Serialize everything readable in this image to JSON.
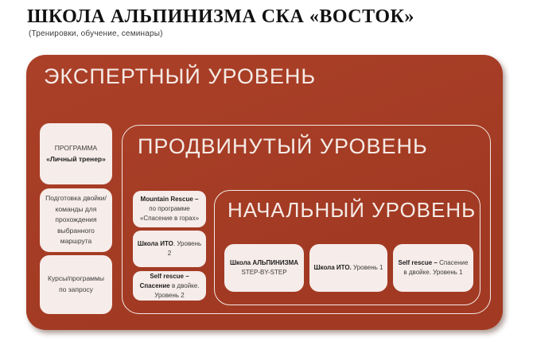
{
  "header": {
    "title": "ШКОЛА АЛЬПИНИЗМА СКА «ВОСТОК»",
    "subtitle": "(Тренировки, обучение, семинары)"
  },
  "colors": {
    "brick": "#a23a23",
    "brick2": "#ab4028",
    "card_bg": "#f6ece9",
    "outline": "#f3e8e3",
    "header_text": "#f5ebe6",
    "card_text": "#3c3c3c"
  },
  "levels": {
    "expert": {
      "label": "ЭКСПЕРТНЫЙ УРОВЕНЬ"
    },
    "advanced": {
      "label": "ПРОДВИНУТЫЙ УРОВЕНЬ"
    },
    "beginner": {
      "label": "НАЧАЛЬНЫЙ УРОВЕНЬ"
    }
  },
  "expert_cards": {
    "personal_trainer": {
      "line1": "ПРОГРАММА",
      "line2": "«Личный тренер»"
    },
    "team_prep": {
      "text": "Подготовка двойки/команды для прохождения выбранного маршрута"
    },
    "custom_courses": {
      "text": "Курсы/программы по запросу"
    }
  },
  "advanced_cards": {
    "mountain_rescue": {
      "bold": "Mountain Rescue –",
      "rest": " по программе «Спасение в горах»"
    },
    "ito_school_2": {
      "bold": "Школа ИТО",
      "rest": ". Уровень 2"
    },
    "self_rescue_2": {
      "bold": "Self rescue – Спасение",
      "rest": " в двойке. Уровень 2"
    }
  },
  "beginner_cards": {
    "alpinism_school": {
      "bold": "Школа АЛЬПИНИЗМА",
      "rest": "STEP-BY-STEP"
    },
    "ito_school_1": {
      "bold": "Школа ИТО.",
      "rest": " Уровень 1"
    },
    "self_rescue_1": {
      "bold": "Self rescue –",
      "rest": " Спасение в двойке. Уровень 1"
    }
  }
}
